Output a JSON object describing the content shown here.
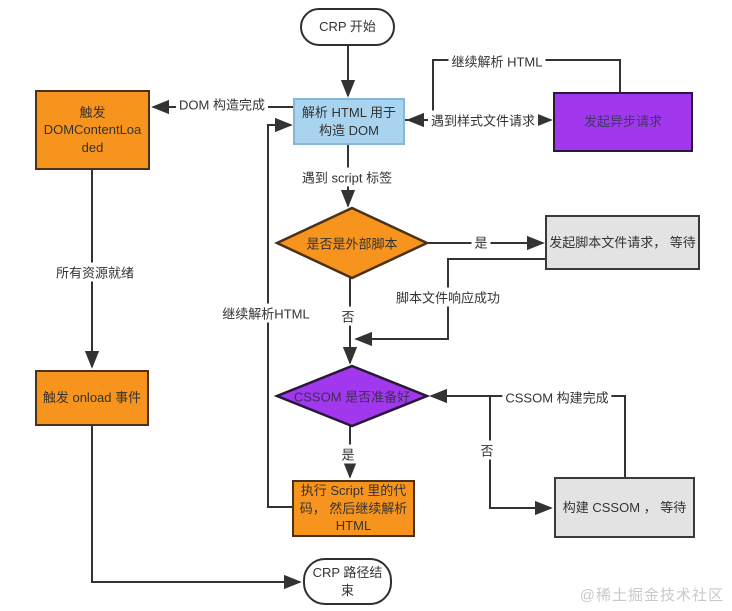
{
  "diagram": {
    "nodes": {
      "start": {
        "label": "CRP 开始"
      },
      "parse_html": {
        "label": "解析 HTML 用于构造 DOM"
      },
      "dcl": {
        "label": "触发 DOMContentLoaded"
      },
      "async_request": {
        "label": "发起异步请求"
      },
      "is_external_script": {
        "label": "是否是外部脚本"
      },
      "script_request": {
        "label": "发起脚本文件请求， 等待"
      },
      "cssom_ready": {
        "label": "CSSOM 是否准备好"
      },
      "onload": {
        "label": "触发 onload 事件"
      },
      "exec_script": {
        "label": "执行 Script 里的代码， 然后继续解析 HTML"
      },
      "build_cssom": {
        "label": "构建 CSSOM ， 等待"
      },
      "end": {
        "label": "CRP 路径结束"
      }
    },
    "edge_labels": {
      "dom_done": "DOM 构造完成",
      "continue_parse_top": "继续解析 HTML",
      "style_request": "遇到样式文件请求",
      "script_tag": "遇到 script 标签",
      "yes_external": "是",
      "no_external": "否",
      "script_response": "脚本文件响应成功",
      "continue_parse_left": "继续解析HTML",
      "all_resources": "所有资源就绪",
      "cssom_done": "CSSOM 构建完成",
      "yes_ready": "是",
      "no_ready": "否"
    },
    "colors": {
      "orange": "#F7941E",
      "purple": "#A238EE",
      "blue": "#A9D4EF",
      "gray": "#E3E3E3",
      "line": "#333333"
    },
    "watermark": "@稀土掘金技术社区"
  }
}
